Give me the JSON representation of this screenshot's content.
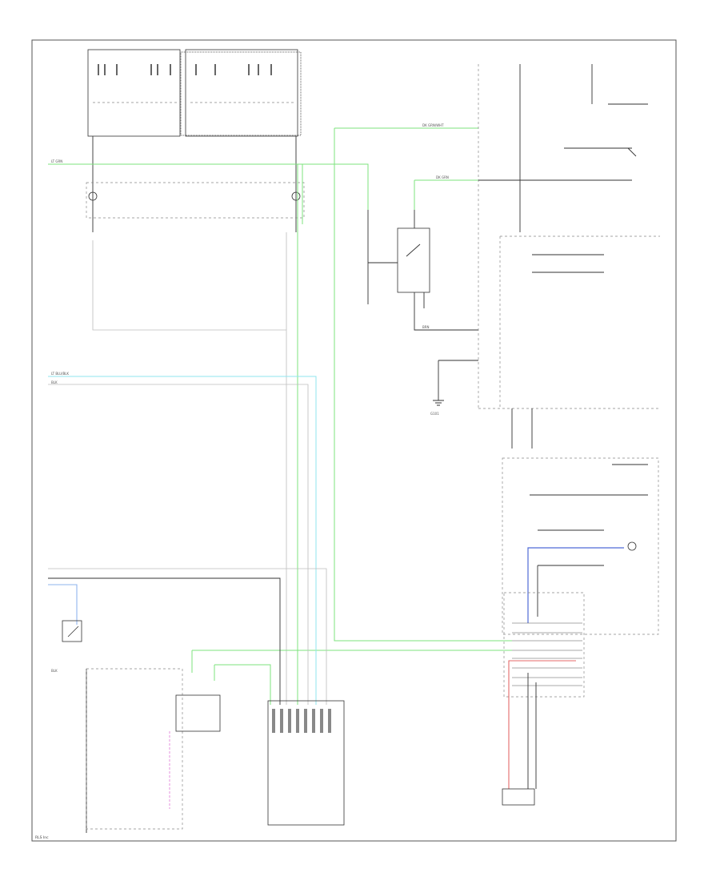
{
  "diagram": {
    "colors": {
      "background": "#ffffff",
      "frame": "#555555",
      "wire_black": "#333333",
      "wire_gray": "#bdbdbd",
      "wire_green": "#7de37d",
      "wire_cyan": "#8fe6ef",
      "wire_blue": "#4f6bd6",
      "wire_lightblue": "#8fb4ee",
      "wire_red": "#e46a6a",
      "wire_pink": "#e79adf"
    },
    "icons": [
      "relay-switch-icon",
      "ground-icon",
      "splice-dot-icon",
      "connector-icon",
      "switch-icon",
      "sensor-icon"
    ],
    "labels": {
      "wire_left_green": "LT GRN",
      "wire_left_cyan": "LT BLU/BLK",
      "wire_left_blk": "BLK",
      "wire_grn_top": "DK GRN/WHT",
      "wire_grn_relay": "DK GRN",
      "wire_brn": "BRN",
      "left_blk": "BLK",
      "br_ground_label": "G101",
      "footer_ref": "RLS Inc"
    }
  }
}
